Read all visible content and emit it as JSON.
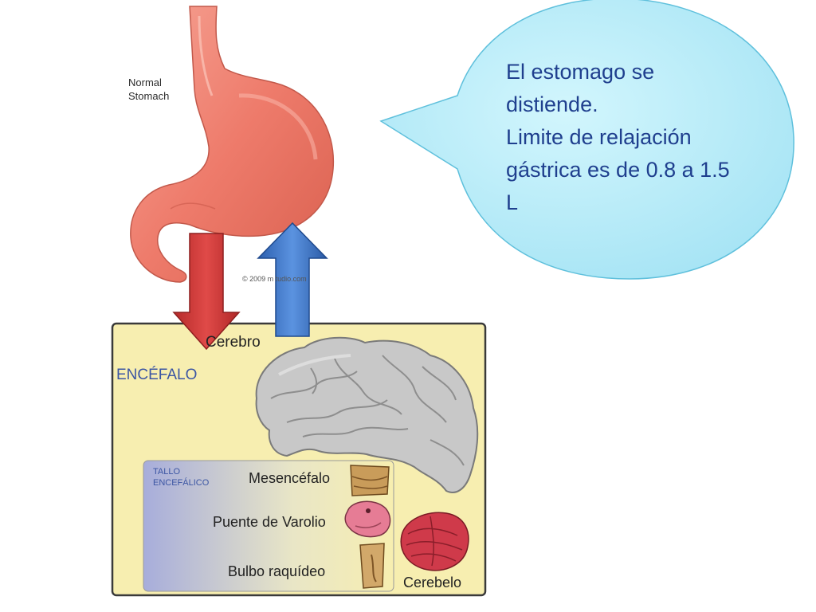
{
  "stomach": {
    "caption_line1": "Normal",
    "caption_line2": "Stomach",
    "copyright": "© 2009 m        tudio.com"
  },
  "bubble": {
    "line1": "El estomago se distiende.",
    "line2": "Limite de relajación gástrica es de 0.8 a 1.5 L"
  },
  "brain_panel": {
    "title": "ENCÉFALO",
    "cerebro": "Cerebro",
    "tallo_line1": "TALLO",
    "tallo_line2": "ENCEFÁLICO",
    "mesencefalo": "Mesencéfalo",
    "puente": "Puente de Varolio",
    "bulbo": "Bulbo raquídeo",
    "cerebelo": "Cerebelo"
  },
  "colors": {
    "stomach": "#f08070",
    "bubble_fill": "#b8ecf8",
    "panel_fill": "#f7eeb0",
    "arrow_down": "#d43a3a",
    "arrow_up": "#3b74c8",
    "text_blue": "#1f3f8e"
  },
  "icons": [
    "stomach-illustration",
    "brain-illustration",
    "cerebellum-illustration",
    "down-arrow",
    "up-arrow",
    "speech-bubble"
  ]
}
